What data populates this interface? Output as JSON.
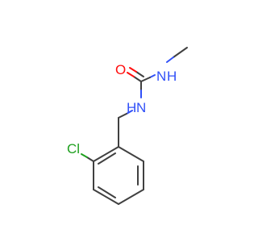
{
  "molecule": {
    "atoms": [
      {
        "id": "N1",
        "label": "N",
        "color": "#3050f8",
        "element": "nitrogen",
        "extra": "H"
      },
      {
        "id": "O1",
        "label": "O",
        "color": "#ff0d0d",
        "element": "oxygen"
      },
      {
        "id": "N2",
        "label": "N",
        "color": "#3050f8",
        "element": "nitrogen",
        "extra": "H"
      },
      {
        "id": "Cl1",
        "label": "Cl",
        "color": "#1fa01f",
        "element": "chlorine"
      }
    ],
    "bond_color": "#404040"
  },
  "labels": {
    "amide_nh_top": "H",
    "amide_n_top": "N",
    "carbonyl_o": "O",
    "amide_n_mid": "N",
    "amide_nh_mid": "H",
    "chloro": "Cl"
  }
}
